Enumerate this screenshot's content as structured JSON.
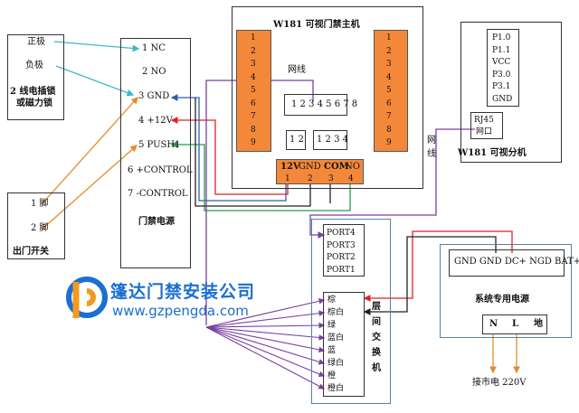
{
  "lock": {
    "pos": "正极",
    "neg": "负极",
    "title_line1": "2 线电插锁",
    "title_line2": "或磁力锁"
  },
  "exit_switch": {
    "pin1": "1 脚",
    "pin2": "2 脚",
    "title": "出门开关"
  },
  "power_supply": {
    "pins": [
      "1  NC",
      "2  NO",
      "3  GND",
      "4  +12V",
      "5  PUSH1",
      "6  +CONTROL",
      "7  -CONTROL"
    ],
    "title": "门禁电源"
  },
  "host": {
    "title": "W181 可视门禁主机",
    "left_col": [
      "1",
      "2",
      "3",
      "4",
      "5",
      "6",
      "7",
      "8",
      "9"
    ],
    "right_col": [
      "1",
      "2",
      "3",
      "4",
      "5",
      "6",
      "7",
      "8",
      "9"
    ],
    "net_label": "网线",
    "port8": "1 2 3 4 5 6 7 8",
    "port2": "1 2",
    "port4": "1 2 3 4",
    "term_labels": [
      "12V",
      "GND",
      "COM",
      "NO"
    ],
    "term_nums": [
      "1",
      "2",
      "3",
      "4"
    ]
  },
  "ext": {
    "pins": [
      "P1.0",
      "P1.1",
      "VCC",
      "P3.0",
      "P3.1",
      "GND"
    ],
    "rj45": "RJ45",
    "port": "网口",
    "title": "W181 可视分机",
    "net_label1": "网",
    "net_label2": "线"
  },
  "switch": {
    "ports": [
      "PORT4",
      "PORT3",
      "PORT2",
      "PORT1"
    ],
    "pins": [
      "棕",
      "棕白",
      "绿",
      "蓝白",
      "蓝",
      "绿白",
      "橙",
      "橙白"
    ],
    "title_chars": [
      "层",
      "间",
      "交",
      "换",
      "机"
    ]
  },
  "sys_power": {
    "terms": "GND   GND DC+ NGD BAT+",
    "title": "系统专用电源",
    "n": "N",
    "l": "L",
    "ground": "地",
    "mains": "接市电 220V"
  },
  "logo": {
    "name": "篷达门禁安装公司",
    "url": "www.gzpengda.com"
  },
  "colors": {
    "orange": "#f4883a",
    "blue_border": "#5b7fa8",
    "wire_purple": "#7a3fa0",
    "wire_red": "#d22",
    "wire_green": "#2a9a4a",
    "wire_blue": "#2b5fb0",
    "wire_orange": "#e58a2e",
    "wire_cyan": "#3cb8c8"
  }
}
